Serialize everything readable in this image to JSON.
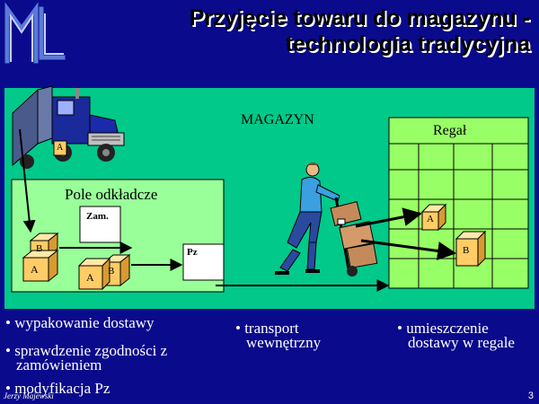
{
  "slide": {
    "title_line1": "Przyjęcie towaru do magazynu -",
    "title_line2": "technologia tradycyjna",
    "page_number": "3",
    "author": "Jerzy Majewski"
  },
  "diagram": {
    "warehouse_label": "MAGAZYN",
    "rack_label": "Regał",
    "staging_label": "Pole odkładcze",
    "order_doc_label": "Zam.",
    "receipt_doc_label": "Pz",
    "box_a": "A",
    "box_b": "B"
  },
  "bullets": {
    "left_1": "• wypakowanie dostawy",
    "left_2a": "• sprawdzenie zgodności z",
    "left_2b": "zamówieniem",
    "left_3": "• modyfikacja Pz",
    "mid_1a": "• transport",
    "mid_1b": "wewnętrzny",
    "right_1a": "• umieszczenie",
    "right_1b": "dostawy w regale"
  },
  "colors": {
    "background": "#0a0a8c",
    "warehouse_area": "#00c98a",
    "staging_area": "#99ff99",
    "rack_cell": "#99ff66",
    "box_face": "#ffcc66"
  }
}
